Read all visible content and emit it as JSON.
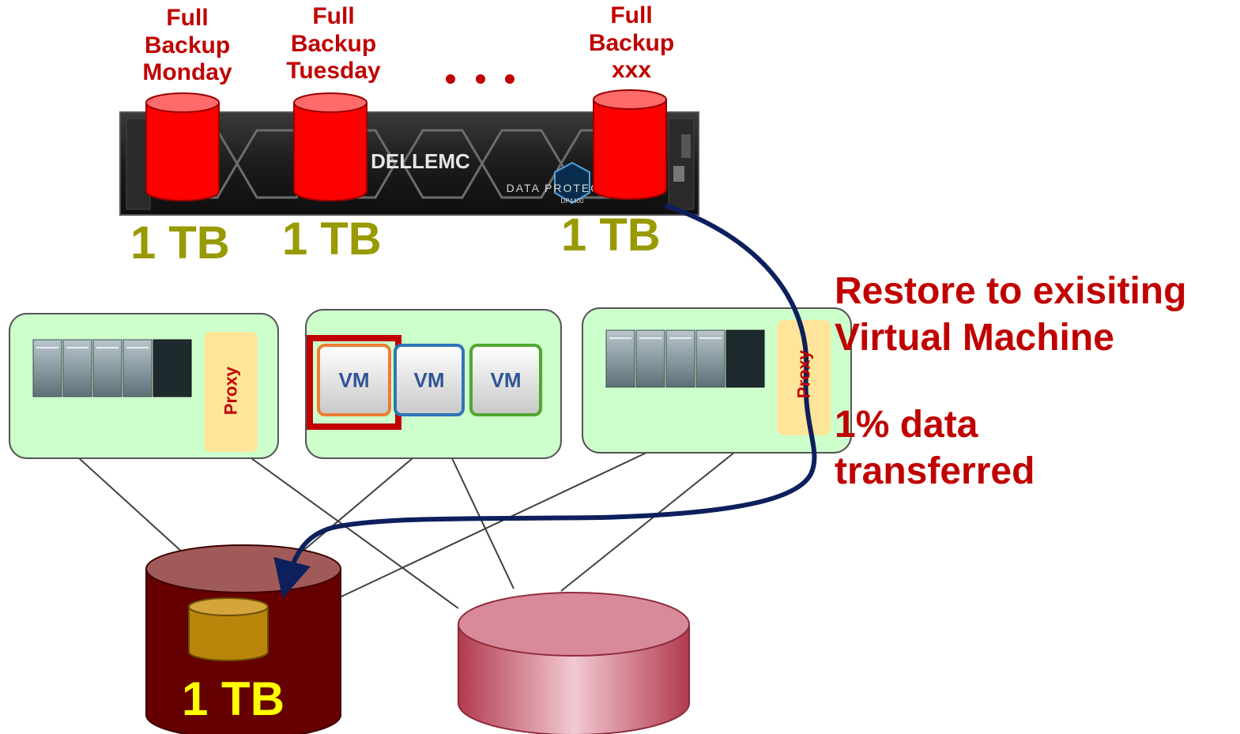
{
  "backups": [
    {
      "line1": "Full",
      "line2": "Backup",
      "line3": "Monday",
      "size": "1 TB"
    },
    {
      "line1": "Full",
      "line2": "Backup",
      "line3": "Tuesday",
      "size": "1 TB"
    },
    {
      "line1": "Full",
      "line2": "Backup",
      "line3": "xxx",
      "size": "1 TB"
    }
  ],
  "ellipsis": "• • •",
  "appliance": {
    "brand": "DELLEMC",
    "badge": "DATA PROTEC",
    "model": "DP4400"
  },
  "hosts": {
    "left_proxy": "Proxy",
    "right_proxy": "Proxy",
    "vms": [
      "VM",
      "VM",
      "VM"
    ]
  },
  "restore": {
    "line1": "Restore to exisiting",
    "line2": "Virtual Machine",
    "line3": "1% data",
    "line4": "transferred"
  },
  "target_disk_label": "1 TB",
  "colors": {
    "backup_cylinder": "#ff0000",
    "title_red": "#c00000",
    "tb_olive": "#999900",
    "host_fill": "#ccffcc",
    "proxy_fill": "#ffe599",
    "arrow": "#0d1f5c"
  }
}
